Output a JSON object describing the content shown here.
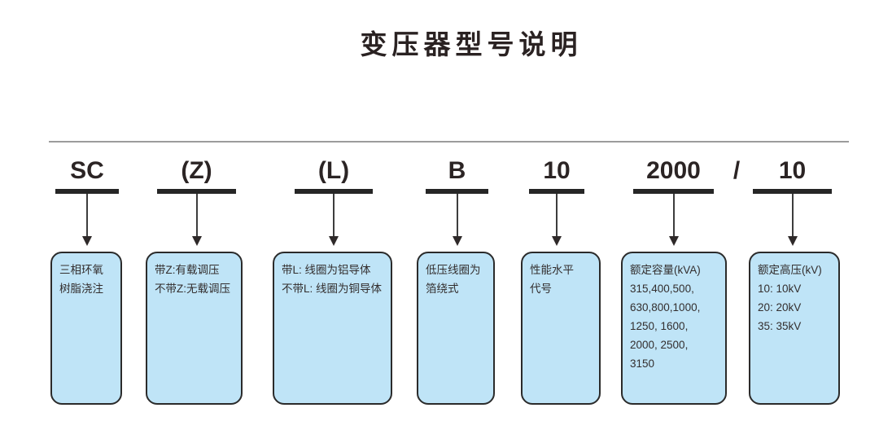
{
  "title": "变压器型号说明",
  "separator": "/",
  "colors": {
    "box_fill": "#BFE4F7",
    "box_border": "#2B2B2B",
    "bar": "#262626",
    "rule": "#9C9C9C",
    "text": "#2B2424"
  },
  "segments": [
    {
      "code": "SC",
      "lines": [
        "三相环氧",
        "树脂浇注"
      ]
    },
    {
      "code": "(Z)",
      "lines": [
        "带Z:有载调压",
        "不带Z:无载调压"
      ]
    },
    {
      "code": "(L)",
      "lines": [
        "带L: 线圈为铝导体",
        "不带L: 线圈为铜导体"
      ]
    },
    {
      "code": "B",
      "lines": [
        "低压线圈为",
        "箔绕式"
      ]
    },
    {
      "code": "10",
      "lines": [
        "性能水平",
        "代号"
      ]
    },
    {
      "code": "2000",
      "lines": [
        "额定容量(kVA)",
        "315,400,500,",
        "630,800,1000,",
        "1250, 1600,",
        "2000, 2500,",
        "3150"
      ]
    },
    {
      "code": "10",
      "lines": [
        "额定高压(kV)",
        "10: 10kV",
        "20: 20kV",
        "35: 35kV"
      ]
    }
  ]
}
